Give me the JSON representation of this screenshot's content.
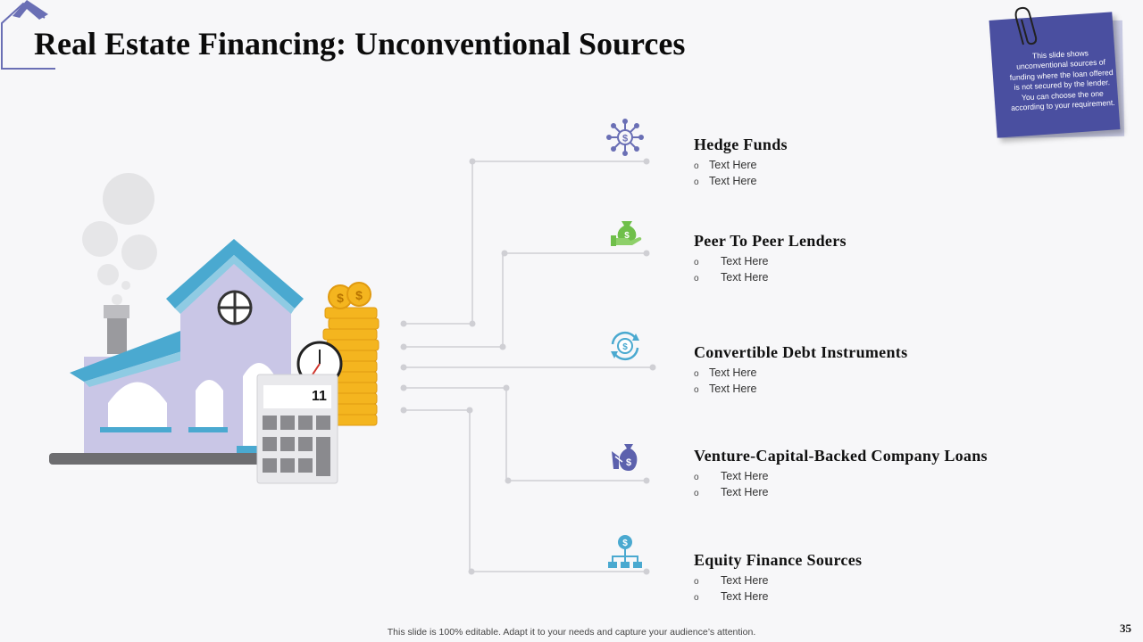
{
  "slide": {
    "title": "Real Estate Financing: Unconventional Sources",
    "note": "This slide shows unconventional sources of funding where the loan offered is not secured by the lender. You can choose the one according to your requirement.",
    "footer": "This slide is 100% editable. Adapt it to your needs and capture your audience’s attention.",
    "page_number": "35",
    "calculator_display": "11"
  },
  "colors": {
    "accent": "#4a4fa0",
    "icon_color": "#6a6fb5",
    "roof": "#4aa9d0",
    "house_wall": "#c9c6e6",
    "coin": "#f4b51f",
    "money_green": "#6fbf4a",
    "connector": "#cfcfd4"
  },
  "items": [
    {
      "title": "Hedge Funds",
      "icon": "network-dollar-icon",
      "bullets": [
        "Text Here",
        "Text Here"
      ]
    },
    {
      "title": "Peer To Peer Lenders",
      "icon": "money-bag-hand-icon",
      "bullets": [
        "Text Here",
        "Text Here"
      ]
    },
    {
      "title": "Convertible Debt Instruments",
      "icon": "dollar-cycle-icon",
      "bullets": [
        "Text Here",
        "Text Here"
      ]
    },
    {
      "title": "Venture-Capital-Backed Company Loans",
      "icon": "money-bag-handshake-icon",
      "bullets": [
        "Text Here",
        "Text Here"
      ]
    },
    {
      "title": "Equity Finance Sources",
      "icon": "dollar-hierarchy-icon",
      "bullets": [
        "Text Here",
        "Text Here"
      ]
    }
  ]
}
